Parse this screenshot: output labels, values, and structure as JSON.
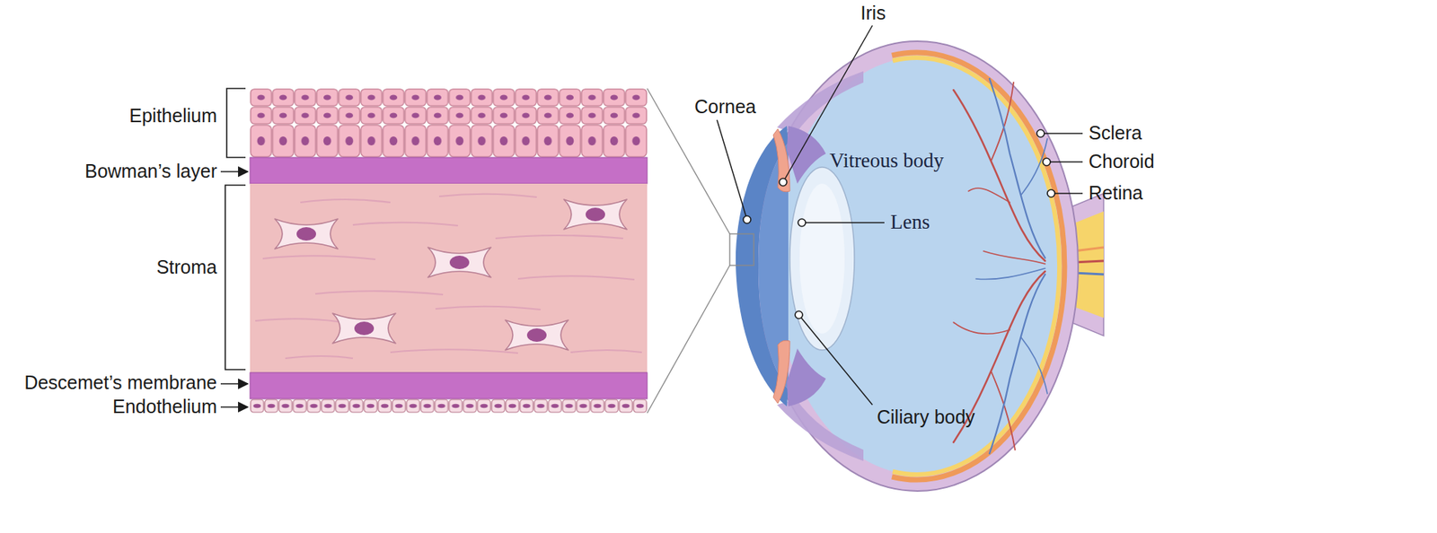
{
  "diagram": {
    "labels": [
      "Epithelium",
      "Bowman’s layer",
      "Stroma",
      "Descemet’s membrane",
      "Endothelium",
      "Iris",
      "Cornea",
      "Vitreous body",
      "Lens",
      "Sclera",
      "Choroid",
      "Retina",
      "Ciliary body"
    ]
  }
}
